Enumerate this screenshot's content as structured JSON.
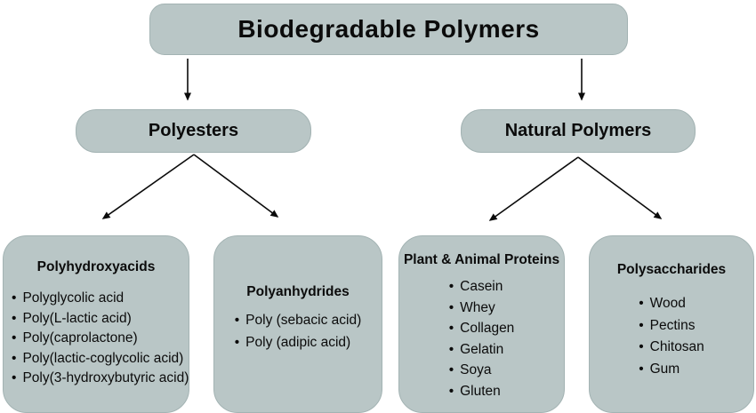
{
  "diagram": {
    "root": {
      "label": "Biodegradable Polymers"
    },
    "branches": [
      {
        "label": "Polyesters"
      },
      {
        "label": "Natural Polymers"
      }
    ],
    "groups": [
      {
        "title": "Polyhydroxyacids",
        "items": [
          "Polyglycolic acid",
          "Poly(L-lactic acid)",
          "Poly(caprolactone)",
          "Poly(lactic-coglycolic acid)",
          "Poly(3-hydroxybutyric acid)"
        ]
      },
      {
        "title": "Polyanhydrides",
        "items": [
          "Poly (sebacic acid)",
          "Poly (adipic acid)"
        ]
      },
      {
        "title": "Plant & Animal Proteins",
        "items": [
          "Casein",
          "Whey",
          "Collagen",
          "Gelatin",
          "Soya",
          "Gluten"
        ]
      },
      {
        "title": "Polysaccharides",
        "items": [
          "Wood",
          "Pectins",
          "Chitosan",
          "Gum"
        ]
      }
    ],
    "colors": {
      "box_fill": "#b9c6c6",
      "box_border": "#a3b3b3",
      "arrow": "#0b0b0b",
      "text": "#0b0b0b",
      "background": "#ffffff"
    }
  }
}
